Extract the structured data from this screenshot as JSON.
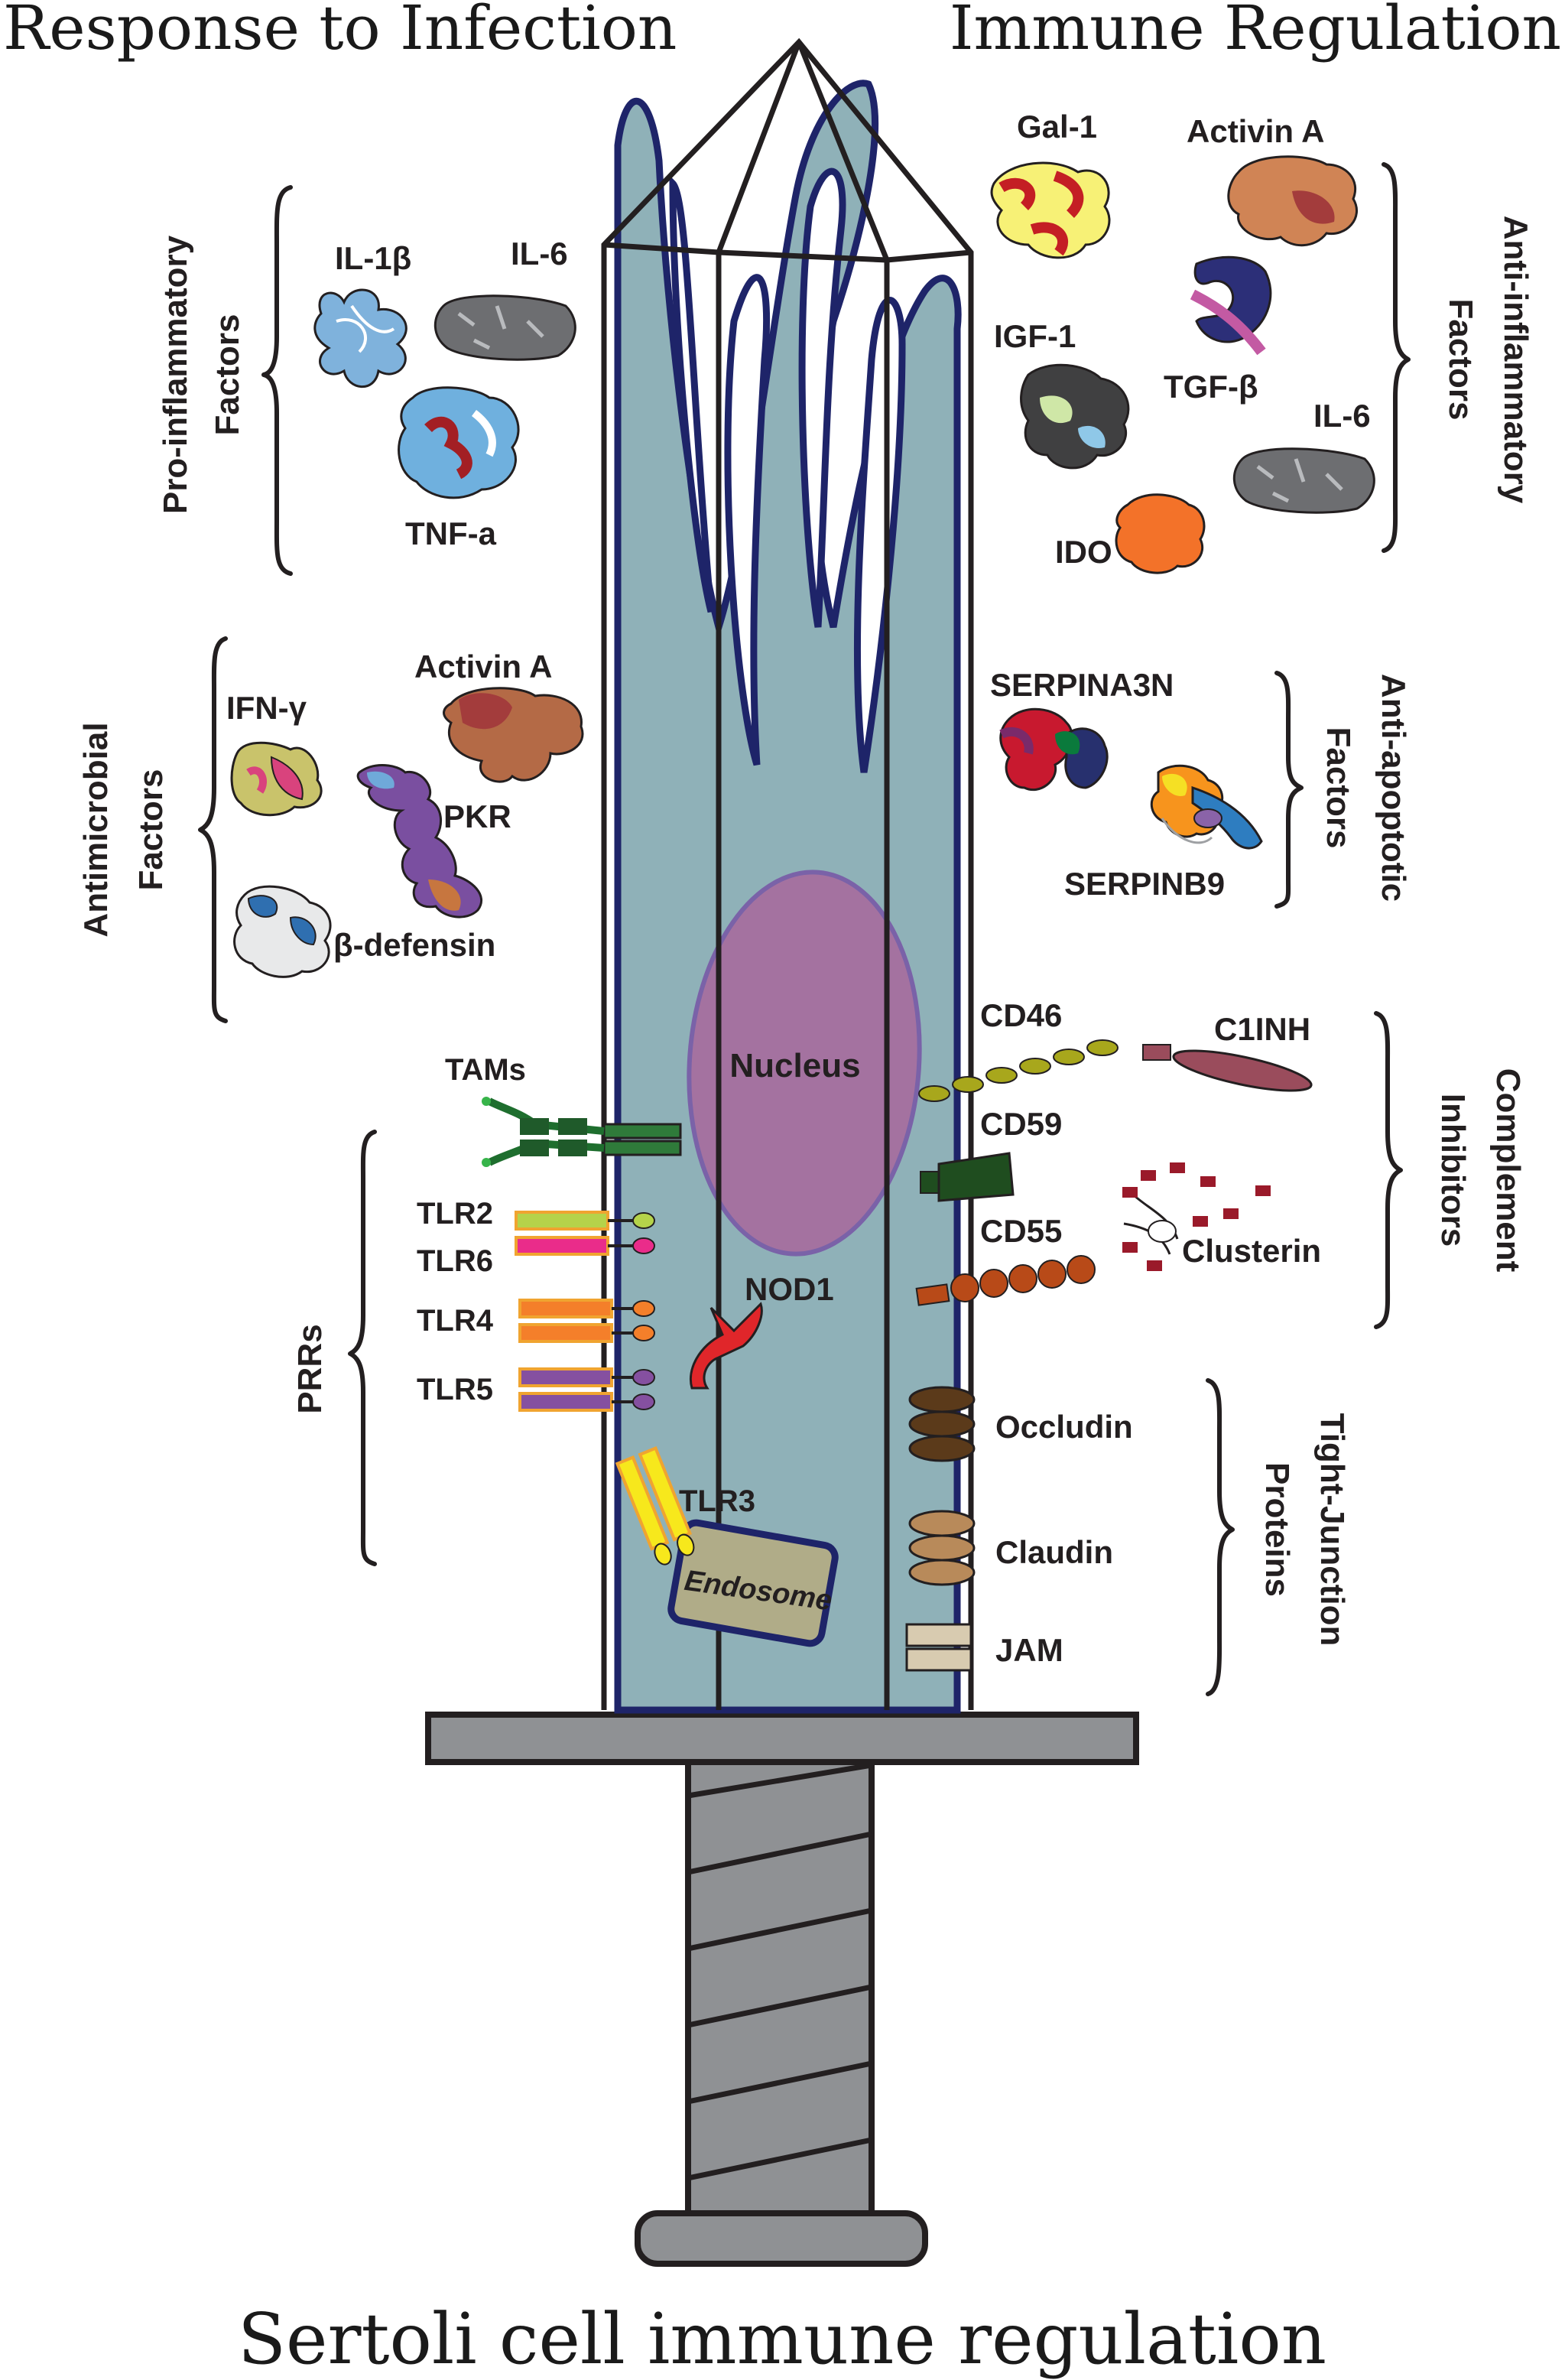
{
  "titles": {
    "left": "Response to Infection",
    "right": "Immune Regulation",
    "bottom": "Sertoli cell immune regulation"
  },
  "groups": {
    "proinflammatory": {
      "line1": "Pro-inflammatory",
      "line2": "Factors"
    },
    "antimicrobial": {
      "line1": "Antimicrobial",
      "line2": "Factors"
    },
    "prrs": {
      "line1": "PRRs"
    },
    "antiinflammatory": {
      "line1": "Anti-inflammatory",
      "line2": "Factors"
    },
    "antiapoptotic": {
      "line1": "Anti-apoptotic",
      "line2": "Factors"
    },
    "complement": {
      "line1": "Complement",
      "line2": "Inhibitors"
    },
    "tightjunction": {
      "line1": "Tight-Junction",
      "line2": "Proteins"
    }
  },
  "labels": {
    "il1b": "IL-1β",
    "il6_left": "IL-6",
    "tnfa": "TNF-a",
    "ifng": "IFN-γ",
    "activina_left": "Activin A",
    "pkr": "PKR",
    "bdefensin": "β-defensin",
    "tams": "TAMs",
    "tlr2": "TLR2",
    "tlr6": "TLR6",
    "tlr4": "TLR4",
    "tlr5": "TLR5",
    "tlr3": "TLR3",
    "nod1": "NOD1",
    "nucleus": "Nucleus",
    "endosome": "Endosome",
    "gal1": "Gal-1",
    "activina_right": "Activin A",
    "igf1": "IGF-1",
    "tgfb": "TGF-β",
    "il6_right": "IL-6",
    "ido": "IDO",
    "serpina3n": "SERPINA3N",
    "serpinb9": "SERPINB9",
    "cd46": "CD46",
    "c1inh": "C1INH",
    "cd59": "CD59",
    "cd55": "CD55",
    "clusterin": "Clusterin",
    "occludin": "Occludin",
    "claudin": "Claudin",
    "jam": "JAM"
  }
}
